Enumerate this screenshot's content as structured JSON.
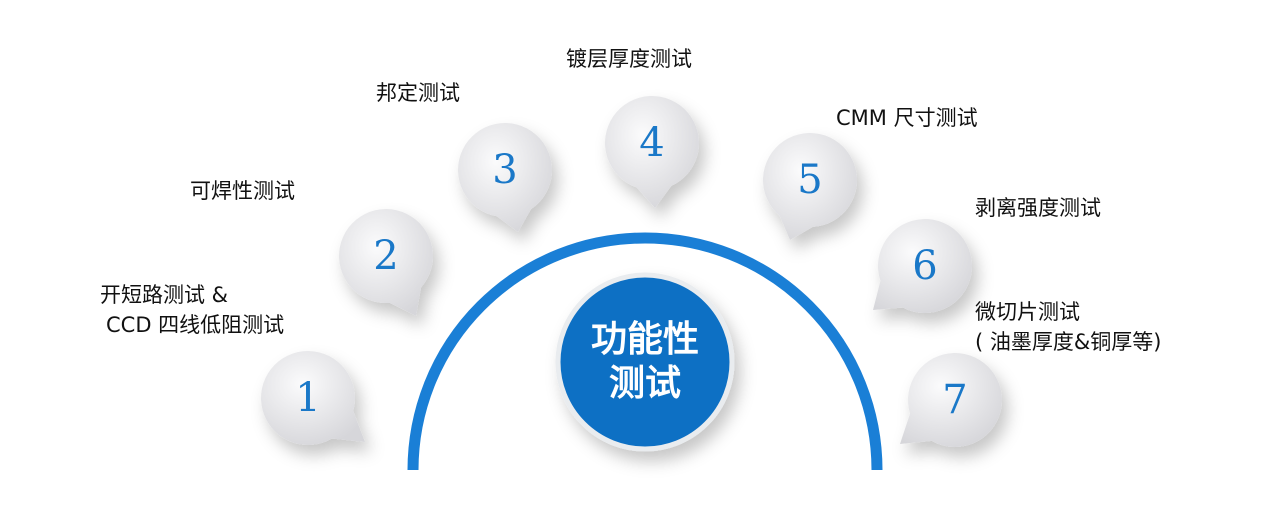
{
  "center": {
    "line1": "功能性",
    "line2": "测试"
  },
  "colors": {
    "accent": "#1a7fd6",
    "center": "#0b6fc4",
    "bubble": "#e8e8ea"
  },
  "items": [
    {
      "number": "1",
      "label_lines": [
        "开短路测试 &",
        "CCD 四线低阻测试"
      ]
    },
    {
      "number": "2",
      "label_lines": [
        "可焊性测试"
      ]
    },
    {
      "number": "3",
      "label_lines": [
        "邦定测试"
      ]
    },
    {
      "number": "4",
      "label_lines": [
        "镀层厚度测试"
      ]
    },
    {
      "number": "5",
      "label_lines": [
        "CMM 尺寸测试"
      ]
    },
    {
      "number": "6",
      "label_lines": [
        "剥离强度测试"
      ]
    },
    {
      "number": "7",
      "label_lines": [
        "微切片测试",
        "( 油墨厚度&铜厚等)"
      ]
    }
  ]
}
